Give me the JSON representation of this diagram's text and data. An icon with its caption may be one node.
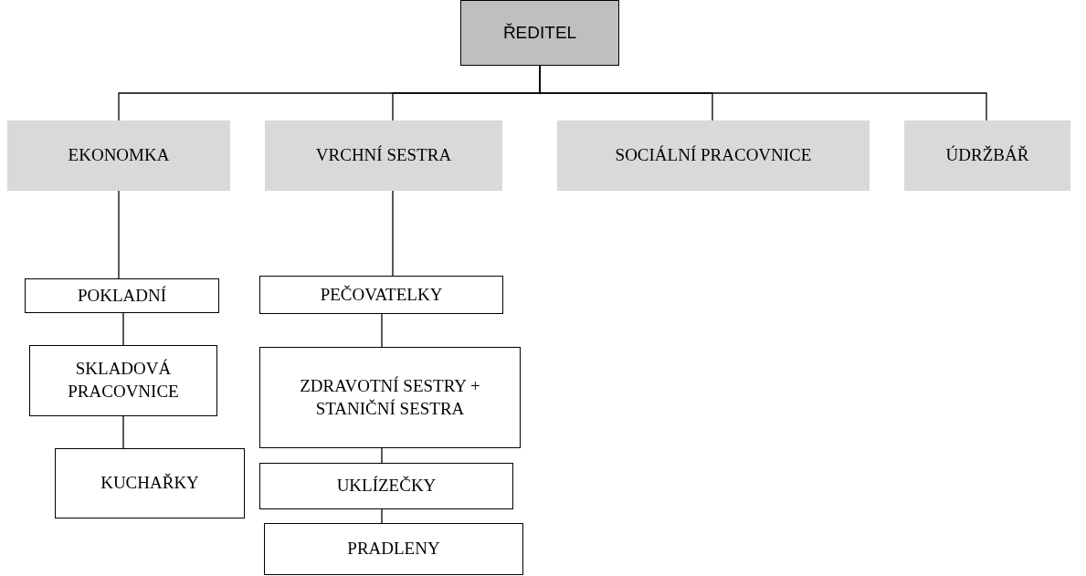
{
  "diagram": {
    "nodes": [
      {
        "text": [
          "ŘEDITEL"
        ]
      },
      {
        "text": [
          "EKONOMKA"
        ]
      },
      {
        "text": [
          "VRCHNÍ SESTRA"
        ]
      },
      {
        "text": [
          "SOCIÁLNÍ PRACOVNICE"
        ]
      },
      {
        "text": [
          "ÚDRŽBÁŘ"
        ]
      },
      {
        "text": [
          "POKLADNÍ"
        ]
      },
      {
        "text": [
          "SKLADOVÁ PRACOVNICE"
        ]
      },
      {
        "text": [
          "KUCHAŘKY"
        ]
      },
      {
        "text": [
          "PEČOVATELKY"
        ]
      },
      {
        "text": [
          "ZDRAVOTNÍ SESTRY + STANIČNÍ SESTRA"
        ]
      },
      {
        "text": [
          "UKLÍZEČKY"
        ]
      },
      {
        "text": [
          "PRADLENY"
        ]
      }
    ],
    "edges": [
      {
        "from": 0,
        "to": 1,
        "arrow": "none"
      },
      {
        "from": 0,
        "to": 2,
        "arrow": "none"
      },
      {
        "from": 0,
        "to": 3,
        "arrow": "none"
      },
      {
        "from": 0,
        "to": 4,
        "arrow": "none"
      },
      {
        "from": 1,
        "to": 5,
        "arrow": "none"
      },
      {
        "from": 5,
        "to": 6,
        "arrow": "none"
      },
      {
        "from": 6,
        "to": 7,
        "arrow": "none"
      },
      {
        "from": 2,
        "to": 8,
        "arrow": "none"
      },
      {
        "from": 8,
        "to": 9,
        "arrow": "none"
      },
      {
        "from": 9,
        "to": 10,
        "arrow": "none"
      },
      {
        "from": 10,
        "to": 11,
        "arrow": "none"
      }
    ]
  }
}
